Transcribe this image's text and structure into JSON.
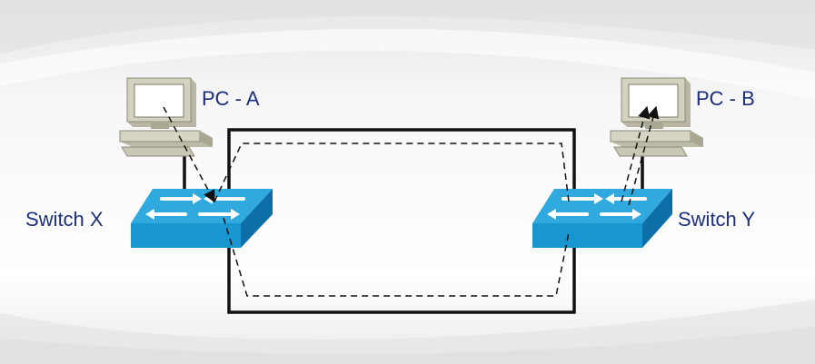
{
  "diagram": {
    "nodes": {
      "pc_a": {
        "label": "PC - A",
        "icon": "desktop-computer-icon"
      },
      "pc_b": {
        "label": "PC - B",
        "icon": "desktop-computer-icon"
      },
      "switch_x": {
        "label": "Switch X",
        "icon": "network-switch-icon"
      },
      "switch_y": {
        "label": "Switch Y",
        "icon": "network-switch-icon"
      }
    },
    "links": [
      {
        "from": "pc_a",
        "to": "switch_x",
        "style": "solid"
      },
      {
        "from": "switch_x",
        "to": "switch_y",
        "style": "solid",
        "note": "two redundant paths (top and bottom)"
      },
      {
        "from": "switch_y",
        "to": "pc_b",
        "style": "solid"
      }
    ],
    "traffic_paths": [
      {
        "from": "pc_a",
        "to": "pc_b",
        "style": "dashed",
        "via": "top link"
      },
      {
        "from": "pc_a",
        "to": "pc_b",
        "style": "dashed",
        "via": "bottom link"
      }
    ],
    "colors": {
      "switch_top": "#2fa9de",
      "switch_front": "#1995cf",
      "switch_side": "#0e6fa8",
      "label_text": "#1c2f80",
      "pc_body": "#c8c6b4",
      "link": "#111111"
    }
  }
}
